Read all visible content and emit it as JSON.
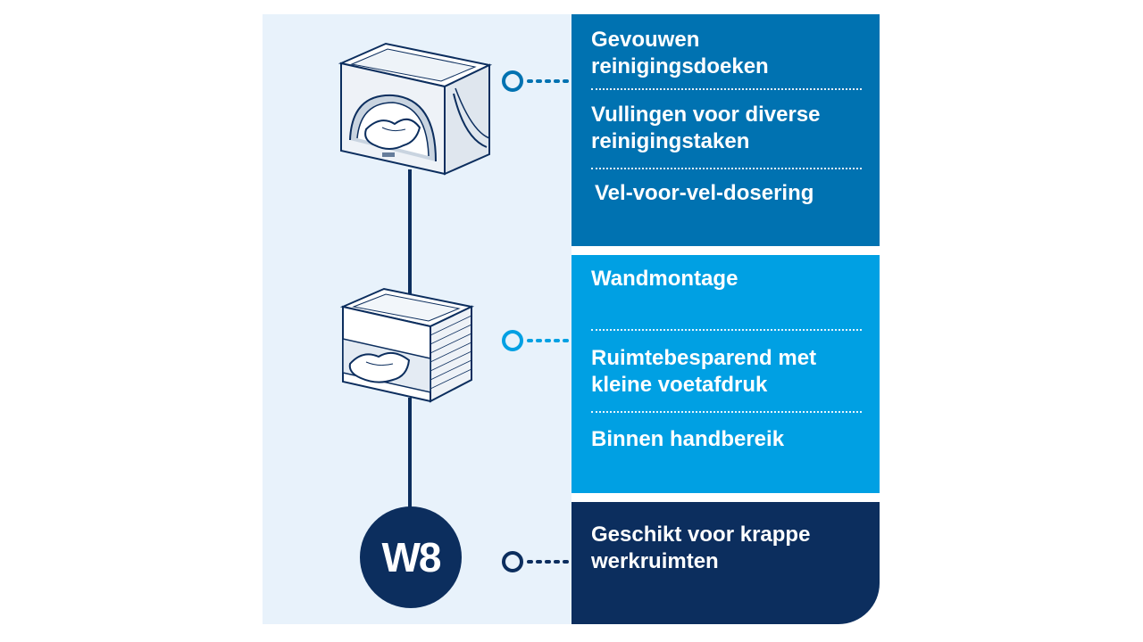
{
  "badge": {
    "text": "W8"
  },
  "colors": {
    "panel_bg": "#e8f2fb",
    "line": "#0c2e5e",
    "card_dark_blue": "#0072b1",
    "card_light_blue": "#00a0e3",
    "card_navy": "#0c2e5e"
  },
  "groups": [
    {
      "items": [
        "Gevouwen reinigingsdoeken",
        "Vullingen voor diverse reinigingstaken",
        "Vel-voor-vel-dosering"
      ]
    },
    {
      "items": [
        "Wandmontage",
        "Ruimtebesparend met kleine voetafdruk",
        "Binnen handbereik"
      ]
    },
    {
      "items": [
        "Geschikt voor krappe werkruimten"
      ]
    }
  ]
}
